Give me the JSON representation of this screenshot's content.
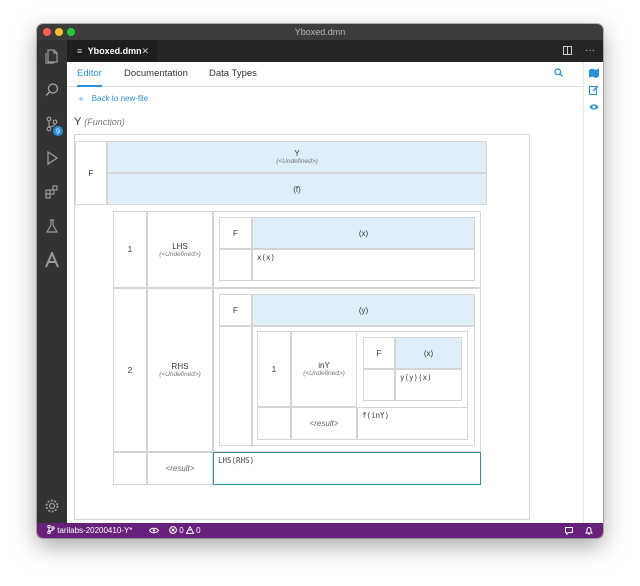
{
  "window": {
    "title": "Yboxed.dmn"
  },
  "tab": {
    "label": "Yboxed.dmn",
    "file_icon": "≡",
    "close": "✕"
  },
  "nav": {
    "tabs": [
      {
        "label": "Editor"
      },
      {
        "label": "Documentation"
      },
      {
        "label": "Data Types"
      }
    ],
    "back_label": "Back to new-file"
  },
  "function": {
    "name": "Y",
    "kind": "(Function)",
    "header": {
      "kind": "F",
      "name": "Y",
      "type": "(<Undefined>)",
      "params": "(f)"
    },
    "rows": [
      {
        "num": "1",
        "name": "LHS",
        "type": "(<Undefined>)",
        "kind": "F",
        "params": "(x)",
        "body": "x(x)"
      },
      {
        "num": "2",
        "name": "RHS",
        "type": "(<Undefined>)",
        "kind": "F",
        "params": "(y)",
        "inner": {
          "num": "1",
          "name": "inY",
          "type": "(<Undefined>)",
          "kind": "F",
          "params": "(x)",
          "body": "y(y)(x)",
          "result_label": "<result>",
          "result": "f(inY)"
        }
      }
    ],
    "result_label": "<result>",
    "result": "LHS(RHS)"
  },
  "status": {
    "branch": "tarilabs-20200410-Y*",
    "errors": "0",
    "warnings": "0"
  },
  "colors": {
    "accent": "#2b8fd6",
    "status_bar": "#68217a",
    "header_bg": "#deeffa"
  }
}
